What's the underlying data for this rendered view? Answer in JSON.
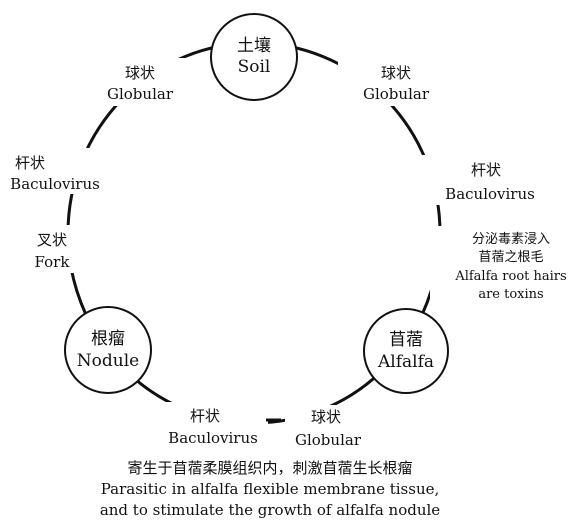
{
  "nodes": {
    "soil": {
      "zh": "土壤",
      "en": "Soil"
    },
    "nodule": {
      "zh": "根瘤",
      "en": "Nodule"
    },
    "alfalfa": {
      "zh": "苜蓿",
      "en": "Alfalfa"
    }
  },
  "labels": {
    "left_globular": {
      "zh": "球状",
      "en": "Globular"
    },
    "left_baculovirus": {
      "zh": "杆状",
      "en": "Baculovirus"
    },
    "left_fork": {
      "zh": "叉状",
      "en": "Fork"
    },
    "right_globular": {
      "zh": "球状",
      "en": "Globular"
    },
    "right_baculovirus": {
      "zh": "杆状",
      "en": "Baculovirus"
    },
    "toxin": {
      "zh_line1": "分泌毒素浸入",
      "zh_line2": "苜蓿之根毛",
      "en_line1": "Alfalfa root hairs",
      "en_line2": "are toxins"
    },
    "bottom_baculovirus": {
      "zh": "杆状",
      "en": "Baculovirus"
    },
    "bottom_globular": {
      "zh": "球状",
      "en": "Globular"
    }
  },
  "caption": {
    "zh": "寄生于苜蓿柔膜组织内，刺激苜蓿生长根瘤",
    "en_line1": "Parasitic in alfalfa flexible membrane tissue,",
    "en_line2": "and to stimulate the growth of alfalfa nodule"
  }
}
